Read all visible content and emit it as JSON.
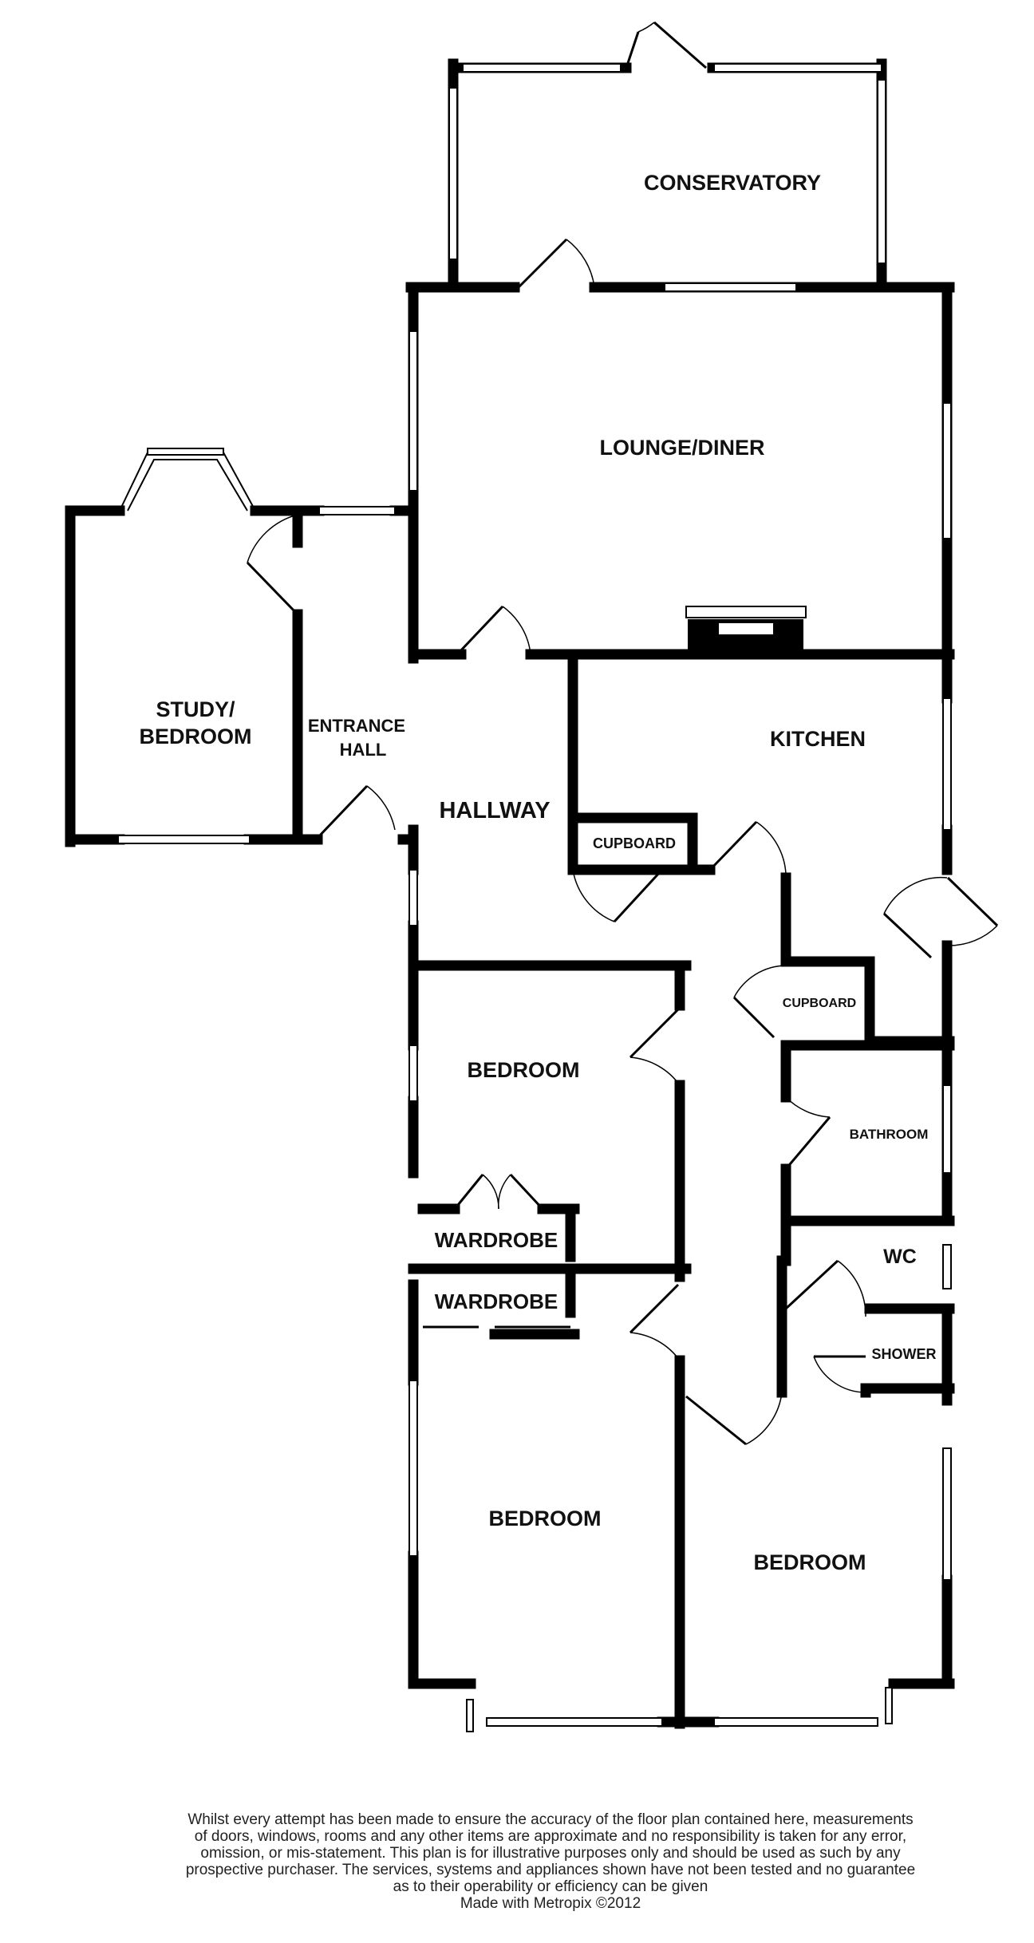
{
  "rooms": {
    "conservatory": "CONSERVATORY",
    "lounge_diner": "LOUNGE/DINER",
    "study_line1": "STUDY/",
    "study_line2": "BEDROOM",
    "entrance_line1": "ENTRANCE",
    "entrance_line2": "HALL",
    "hallway": "HALLWAY",
    "kitchen": "KITCHEN",
    "cupboard_1": "CUPBOARD",
    "cupboard_2": "CUPBOARD",
    "bedroom_1": "BEDROOM",
    "wardrobe_1": "WARDROBE",
    "wardrobe_2": "WARDROBE",
    "bathroom": "BATHROOM",
    "wc": "WC",
    "shower": "SHOWER",
    "bedroom_2": "BEDROOM",
    "bedroom_3": "BEDROOM"
  },
  "disclaimer": {
    "line1": "Whilst every attempt has been made to ensure the accuracy of the floor plan contained here, measurements",
    "line2": "of doors, windows, rooms and any other items are approximate and no responsibility is taken for any error,",
    "line3": "omission, or mis-statement. This plan is for illustrative purposes only and should be used as such by any",
    "line4": "prospective purchaser. The services, systems and appliances shown have not been tested and no guarantee",
    "line5": "as to their operability or efficiency can be given",
    "credit": "Made with Metropix ©2012"
  },
  "colors": {
    "wall": "#000000",
    "window": "#ffffff",
    "background": "#ffffff"
  }
}
